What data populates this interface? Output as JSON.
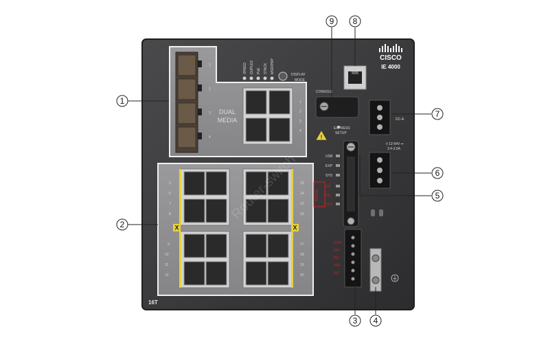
{
  "device": {
    "brand": "CISCO",
    "model": "IE 4000",
    "variant": "16T"
  },
  "panel": {
    "dual_media_l1": "DUAL",
    "dual_media_l2": "MEDIA",
    "display_mode_l1": "DISPLAY",
    "display_mode_l2": "MODE",
    "console": "CONSOLE",
    "express_l1": "EXPRESS",
    "express_l2": "SETUP",
    "dc_a": "DC-A",
    "power_l1": "± 12-54V ⎓",
    "power_l2": "3.4-3.0A",
    "led_labels": [
      "SPEED",
      "DUPLEX",
      "PoE",
      "STACK",
      "MSR/PRP"
    ],
    "sys_leds": [
      "USB",
      "EXP",
      "SYS"
    ],
    "alarm_title": "ALARM",
    "alarm_leds": [
      "IN1",
      "IN2",
      "OUT"
    ],
    "port_block_labels": [
      "CON",
      "INP",
      "IN1",
      "REF",
      "IN2"
    ],
    "ground_symbol": "⏚",
    "x_badge": "X",
    "watermark": "Router-switch"
  },
  "ports": {
    "sfp_numbers": [
      "1",
      "2",
      "3",
      "4"
    ],
    "dual_numbers": [
      "1",
      "2",
      "3",
      "4"
    ],
    "left_top": [
      "5",
      "6",
      "7",
      "8"
    ],
    "left_bottom": [
      "9",
      "10",
      "11",
      "12"
    ],
    "right_top": [
      "13",
      "14",
      "15",
      "16"
    ],
    "right_bottom": [
      "17",
      "18",
      "19",
      "20"
    ]
  },
  "callouts": [
    "1",
    "2",
    "3",
    "4",
    "5",
    "6",
    "7",
    "8",
    "9"
  ],
  "colors": {
    "chassis": "#3a3a3c",
    "highlight_panel": "#8a8a8c",
    "frame": "#e8e8e8",
    "port_yellow": "#e8d23a",
    "alarm_red": "#d02020"
  }
}
